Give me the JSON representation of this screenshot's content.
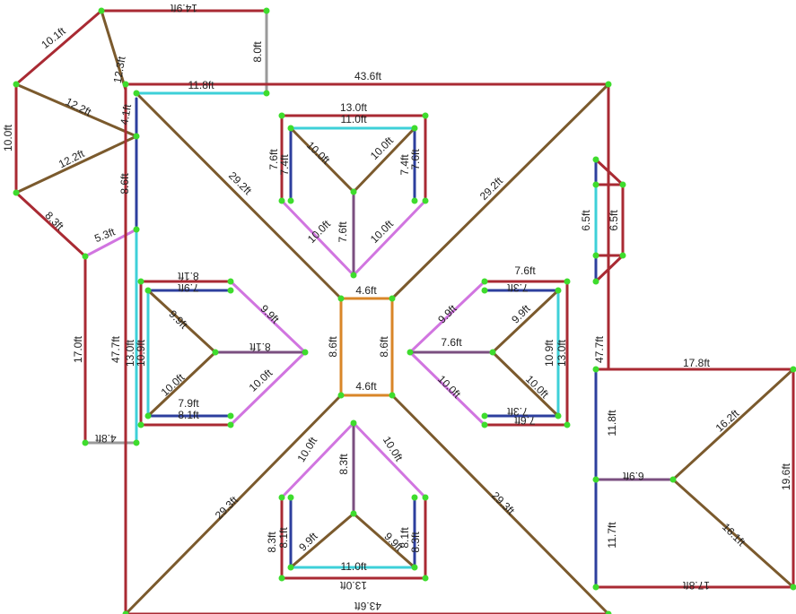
{
  "colors": {
    "eave": "#a92a33",
    "hip": "#7b5a2d",
    "valley": "#d175e0",
    "ridge": "#7b4f80",
    "rake": "#2d3f9e",
    "flash": "#3ed0d8",
    "step": "#d98628",
    "wall": "#9a9a9a",
    "node": "#3edc2d"
  },
  "labels": {
    "l01": "14.9ft",
    "l02": "10.1ft",
    "l03": "12.3ft",
    "l04": "8.0ft",
    "l05": "43.6ft",
    "l06": "11.8ft",
    "l07": "10.0ft",
    "l08": "12.2ft",
    "l09": "12.2ft",
    "l10": "4.1ft",
    "l11": "8.6ft",
    "l12": "8.3ft",
    "l13": "5.3ft",
    "l14": "17.0ft",
    "l15": "4.8ft",
    "l16": "47.7ft",
    "l17": "13.0ft",
    "l18": "11.0ft",
    "l19": "7.6ft",
    "l20": "7.4ft",
    "l21": "10.0ft",
    "l22": "10.0ft",
    "l23": "7.4ft",
    "l24": "7.6ft",
    "l25": "7.6ft",
    "l26": "10.0ft",
    "l27": "10.0ft",
    "l28": "29.2ft",
    "l29": "29.2ft",
    "l30": "6.5ft",
    "l31": "6.5ft",
    "l32": "8.1ft",
    "l33": "7.9ft",
    "l34": "9.9ft",
    "l35": "9.9ft",
    "l36": "8.1ft",
    "l37": "13.0ft",
    "l38": "10.9ft",
    "l39": "10.0ft",
    "l40": "10.0ft",
    "l41": "7.9ft",
    "l42": "8.1ft",
    "l43": "4.6ft",
    "l44": "8.6ft",
    "l45": "8.6ft",
    "l46": "4.6ft",
    "l47": "7.6ft",
    "l48": "7.3ft",
    "l49": "9.9ft",
    "l50": "9.9ft",
    "l51": "7.6ft",
    "l52": "10.9ft",
    "l53": "13.0ft",
    "l54": "10.0ft",
    "l55": "10.0ft",
    "l56": "7.3ft",
    "l57": "7.6ft",
    "l58": "47.7ft",
    "l59": "17.8ft",
    "l60": "16.2ft",
    "l61": "6.9ft",
    "l62": "11.8ft",
    "l63": "19.6ft",
    "l64": "16.1ft",
    "l65": "11.7ft",
    "l66": "17.8ft",
    "l67": "29.3ft",
    "l68": "29.3ft",
    "l69": "10.0ft",
    "l70": "10.0ft",
    "l71": "8.3ft",
    "l72": "8.3ft",
    "l73": "8.1ft",
    "l74": "9.9ft",
    "l75": "9.9ft",
    "l76": "8.1ft",
    "l77": "8.3ft",
    "l78": "11.0ft",
    "l79": "13.0ft",
    "l80": "43.6ft"
  }
}
